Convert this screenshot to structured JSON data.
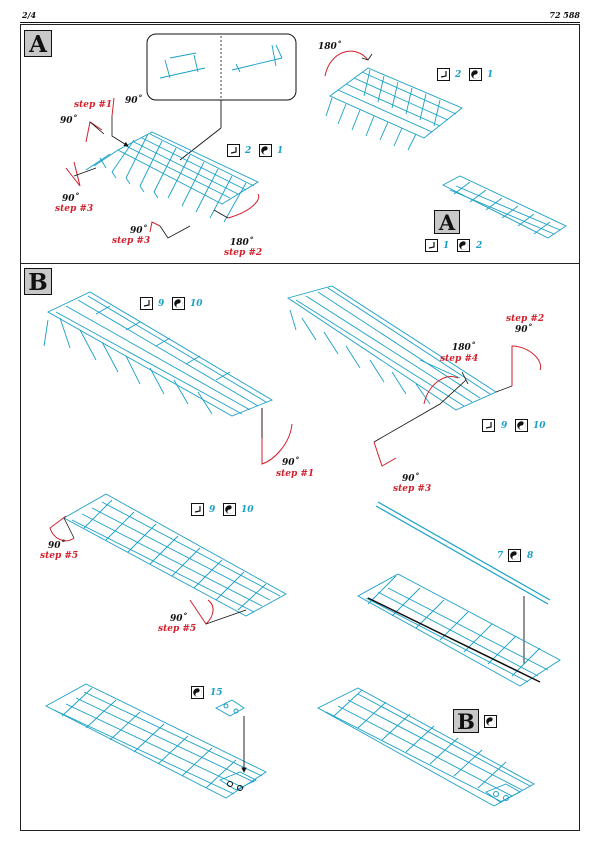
{
  "header": {
    "page": "2/4",
    "code": "72 588"
  },
  "sections": {
    "a": "A",
    "b": "B"
  },
  "labels": {
    "a_step1": "step #1",
    "a_90_top": "90˚",
    "a_90_left": "90˚",
    "a_90_side": "90˚",
    "a_step3_side": "step #3",
    "a_90_bottom": "90˚",
    "a_step3_bottom": "step #3",
    "a_180_bottom": "180˚",
    "a_step2": "step #2",
    "a_180_top": "180˚",
    "b1_90": "90˚",
    "b1_step1": "step #1",
    "b2_step2": "step #2",
    "b2_90_top": "90˚",
    "b2_180": "180˚",
    "b2_step4": "step #4",
    "b2_90_bottom": "90˚",
    "b2_step3": "step #3",
    "b3_90_left": "90˚",
    "b3_step5_left": "step #5",
    "b3_90_right": "90˚",
    "b3_step5_right": "step #5"
  },
  "callouts": {
    "a1": {
      "n1": "2",
      "n2": "1"
    },
    "a2": {
      "n1": "2",
      "n2": "1"
    },
    "a3": {
      "n1": "1",
      "n2": "2"
    },
    "b1": {
      "n1": "9",
      "n2": "10"
    },
    "b2": {
      "n1": "9",
      "n2": "10"
    },
    "b3": {
      "n1": "9",
      "n2": "10"
    },
    "b4": {
      "n1": "7",
      "n2": "8"
    },
    "b5": {
      "n2": "15"
    }
  },
  "icons": {
    "bend": "bend-icon",
    "part": "etched-part-icon"
  },
  "colors": {
    "fret": "#19a0c6",
    "step": "#d21f2b",
    "ink": "#111111"
  }
}
